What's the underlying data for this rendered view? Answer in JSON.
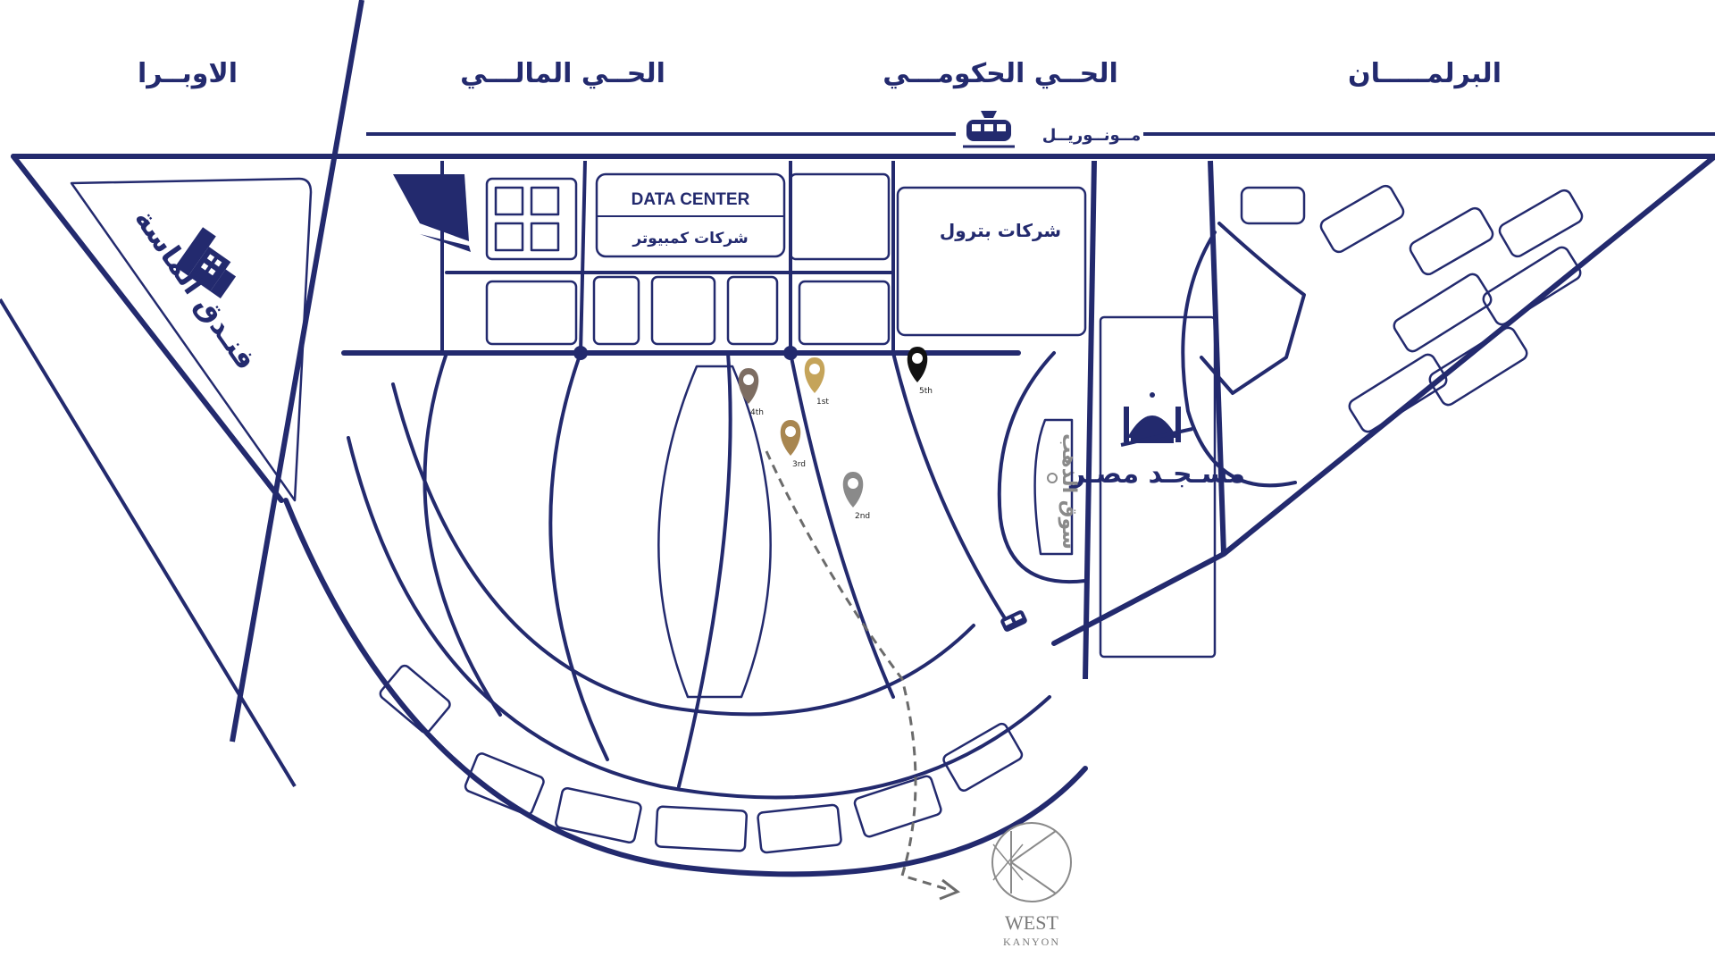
{
  "districts": {
    "opera": "الاوبــرا",
    "financial": "الحــي المالـــي",
    "government": "الحــي الحكومـــي",
    "parliament": "البرلمـــــان"
  },
  "monorail": {
    "label": "مــونــوريــل",
    "icon": "monorail-train-icon"
  },
  "landmarks": {
    "data_center_en": "DATA CENTER",
    "data_center_ar": "شركات كمبيوتر",
    "petroleum": "شركات بترول",
    "hotel": "فنـدق الماسة",
    "hotel_icon": "hotel-building-icon",
    "mosque": "مسـجـد مصـر",
    "mosque_icon": "mosque-icon",
    "gold_market": "سوق الذهب"
  },
  "pins": [
    {
      "tag": "1st",
      "color": "#c5a45a"
    },
    {
      "tag": "2nd",
      "color": "#8a8a8a"
    },
    {
      "tag": "3rd",
      "color": "#a88650"
    },
    {
      "tag": "4th",
      "color": "#7d6d62"
    },
    {
      "tag": "5th",
      "color": "#111111"
    }
  ],
  "brand": {
    "name": "WEST",
    "sub": "KANYON",
    "logo_icon": "west-kanyon-logo-icon"
  },
  "colors": {
    "road": "#232a6e",
    "background": "#ffffff",
    "route": "#6b6b6b"
  }
}
